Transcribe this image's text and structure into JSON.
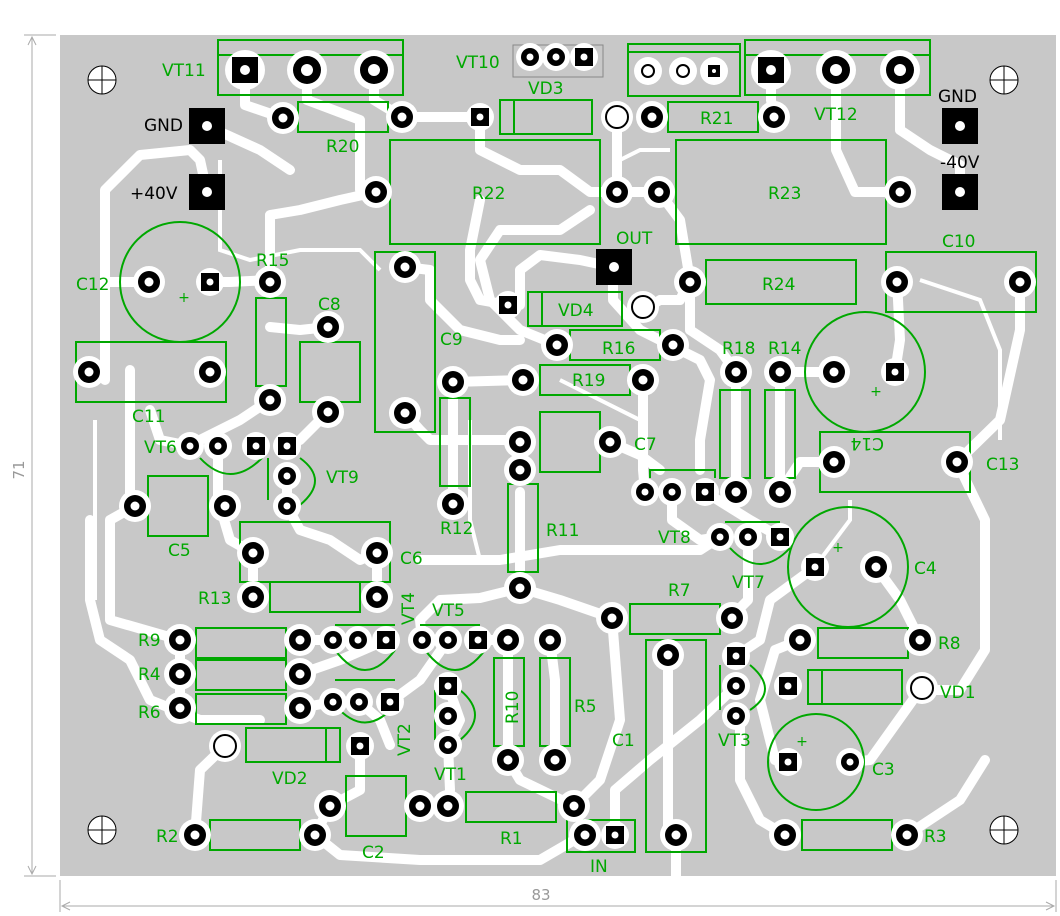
{
  "board": {
    "width_label": "83",
    "height_label": "71"
  },
  "colors": {
    "board": "#c8c8c8",
    "copper": "#ffffff",
    "silkscreen": "#00a800",
    "pad": "#000000"
  },
  "labels": {
    "VT11": "VT11",
    "VT10": "VT10",
    "VD3": "VD3",
    "VT12": "VT12",
    "GND_L": "GND",
    "GND_R": "GND",
    "P40V": "+40V",
    "N40V": "-40V",
    "R20": "R20",
    "R21": "R21",
    "R22": "R22",
    "R23": "R23",
    "OUT": "OUT",
    "C12": "C12",
    "R15": "R15",
    "C8": "C8",
    "C9": "C9",
    "VD4": "VD4",
    "R24": "R24",
    "C10": "C10",
    "R16": "R16",
    "R18": "R18",
    "R14": "R14",
    "C11": "C11",
    "R19": "R19",
    "VT6": "VT6",
    "VT9": "VT9",
    "C7": "C7",
    "C14": "C14",
    "C13": "C13",
    "C5": "C5",
    "R12": "R12",
    "R11": "R11",
    "VT8": "VT8",
    "C6": "C6",
    "C4": "C4",
    "VT7": "VT7",
    "R13": "R13",
    "VT4": "VT4",
    "VT5": "VT5",
    "R7": "R7",
    "R9": "R9",
    "R8": "R8",
    "R4": "R4",
    "R10": "R10",
    "R5": "R5",
    "VD1": "VD1",
    "R6": "R6",
    "VT2": "VT2",
    "C1": "C1",
    "VT3": "VT3",
    "VD2": "VD2",
    "VT1": "VT1",
    "C3": "C3",
    "R2": "R2",
    "C2": "C2",
    "R1": "R1",
    "IN": "IN",
    "R3": "R3"
  }
}
